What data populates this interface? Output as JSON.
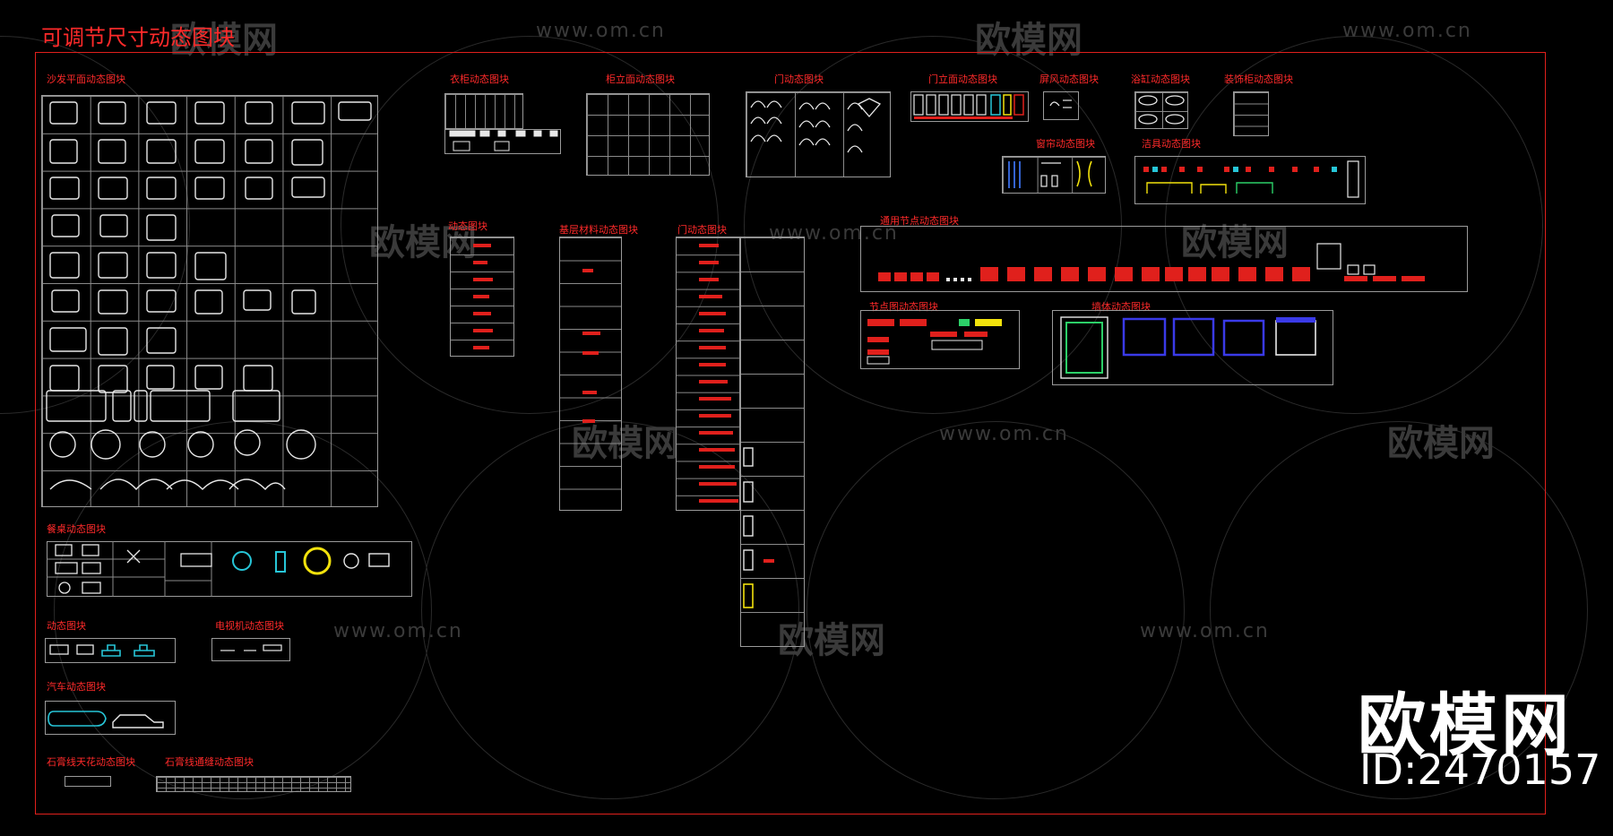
{
  "drawing_title": "可调节尺寸动态图块",
  "section_labels": {
    "sofa": "沙发平面动态图块",
    "wardrobe": "衣柜动态图块",
    "cabinet_elevation": "柜立面动态图块",
    "door_motion": "门动态图块",
    "door_elevation": "门立面动态图块",
    "screen": "屏风动态图块",
    "bath": "浴缸动态图块",
    "decor_cabinet": "装饰柜动态图块",
    "curtain": "窗帘动态图块",
    "sanitary": "洁具动态图块",
    "misc_left": "动态图块",
    "base_material": "基层材料动态图块",
    "door_section": "门动态图块",
    "general_node": "通用节点动态图块",
    "node": "节点图动态图块",
    "stone": "墙体动态图块",
    "dining": "餐桌动态图块",
    "lamp": "动态图块",
    "tv": "电视机动态图块",
    "car": "汽车动态图块",
    "stone_line_flower": "石膏线天花动态图块",
    "stone_line_detail": "石膏线通缝动态图块"
  },
  "watermark": {
    "logo_text": "欧模网",
    "url_text": "www.om.cn"
  },
  "brand": {
    "name": "欧模网",
    "id_text": "ID:2470157"
  },
  "colors": {
    "background": "#000000",
    "frame": "#e0201c",
    "label": "#ff2a2a",
    "linework": "#e8e8e8"
  }
}
